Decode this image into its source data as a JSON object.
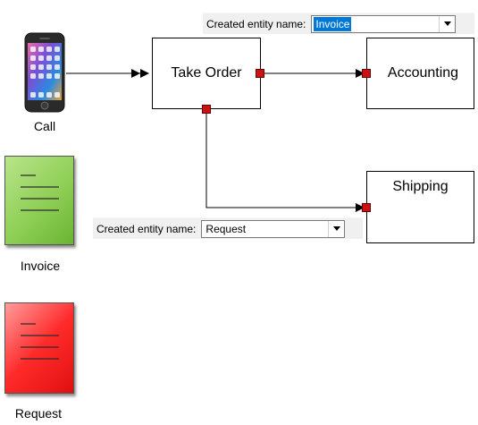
{
  "nodes": {
    "take_order": "Take Order",
    "accounting": "Accounting",
    "shipping": "Shipping"
  },
  "palette": {
    "call": "Call",
    "invoice": "Invoice",
    "request": "Request"
  },
  "combo_top": {
    "label": "Created entity name:",
    "value": "Invoice"
  },
  "combo_bottom": {
    "label": "Created entity name:",
    "value": "Request"
  },
  "colors": {
    "invoice_doc": "#8fcf56",
    "request_doc": "#ff2b2b",
    "port": "#cc1111",
    "selection": "#0078d7"
  },
  "icons": {
    "call": "smartphone-icon",
    "invoice": "document-icon",
    "request": "document-icon",
    "dropdown": "chevron-down-icon"
  }
}
